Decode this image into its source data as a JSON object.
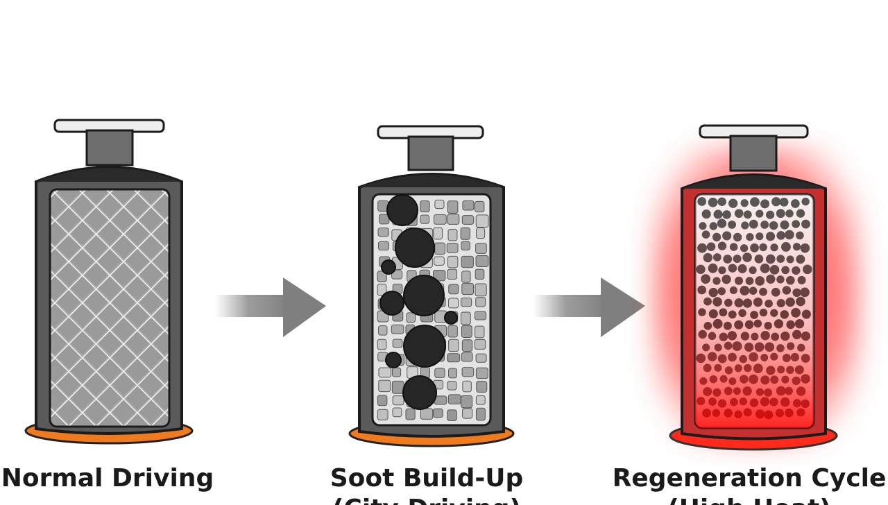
{
  "stages": [
    {
      "title": "Normal Driving",
      "subtitle": ""
    },
    {
      "title": "Soot Build-Up",
      "subtitle": "(City Driving)"
    },
    {
      "title": "Regeneration Cycle",
      "subtitle": "(High Heat)"
    }
  ],
  "colors": {
    "housing": "#555555",
    "housing_outline": "#1b1b1b",
    "cap": "#2a2a2a",
    "base_glow": "#f07a1e",
    "filter_mesh": "#a9a9a9",
    "soot": "#262626",
    "heat": "#ff2222",
    "arrow": "#8c8c8c"
  },
  "icons": [
    "clean-filter-icon",
    "clogged-filter-icon",
    "regenerating-filter-icon",
    "arrow-right-icon"
  ]
}
